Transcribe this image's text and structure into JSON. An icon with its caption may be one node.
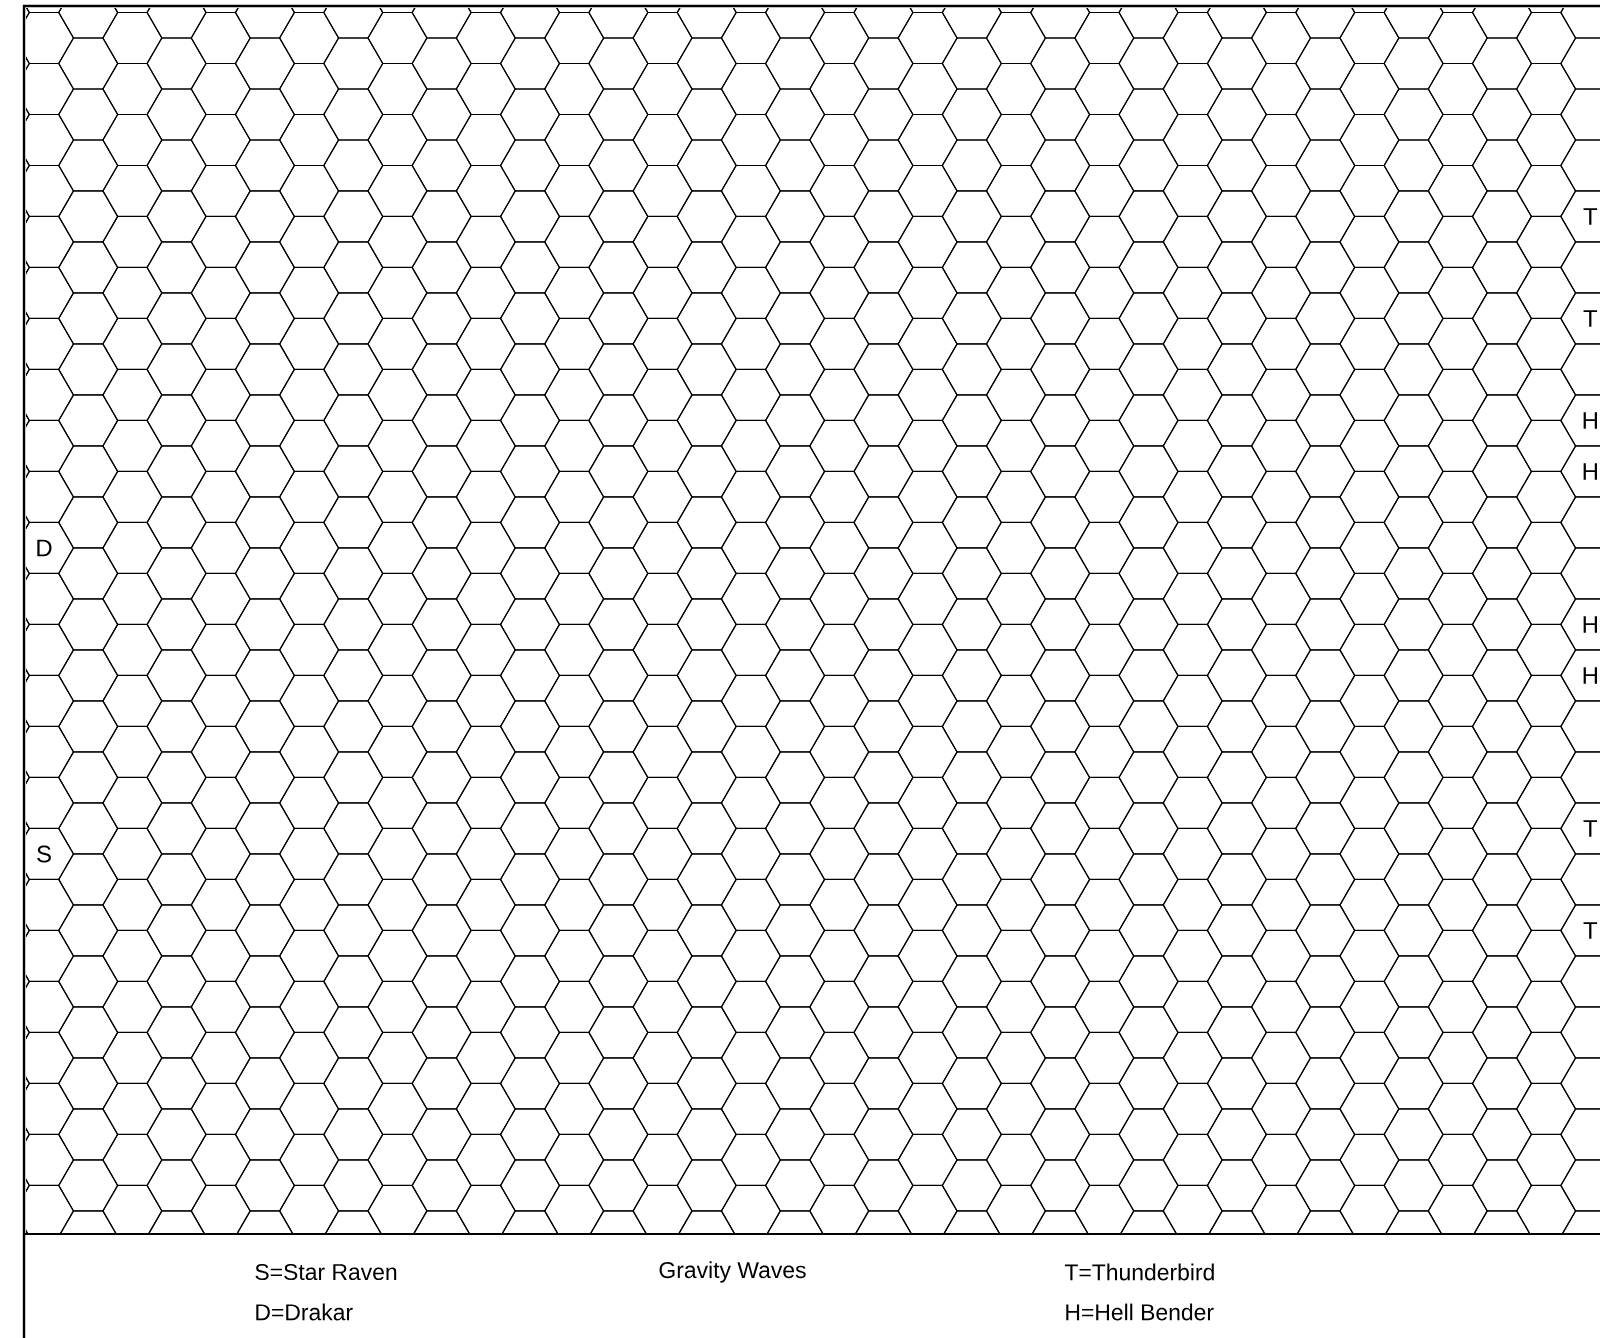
{
  "diagram": {
    "title": "Gravity Waves",
    "labels": [
      "T",
      "T",
      "H",
      "H",
      "D",
      "H",
      "H",
      "T",
      "S",
      "T",
      "S=Star Raven",
      "T=Thunderbird",
      "D=Drakar",
      "H=Hell Bender"
    ]
  }
}
